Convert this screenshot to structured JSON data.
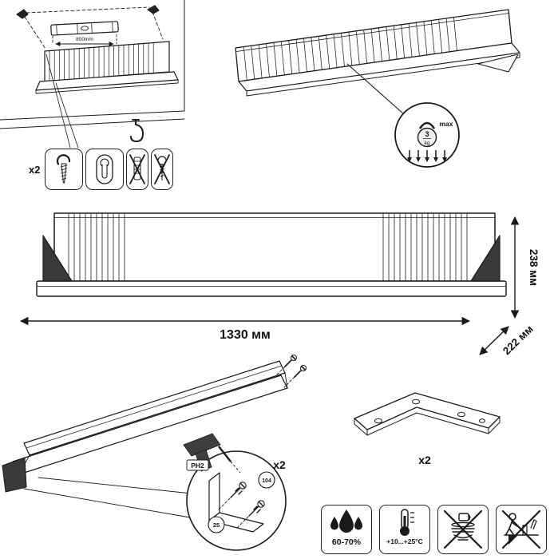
{
  "colors": {
    "line": "#1a1a1a",
    "bracket_fill": "#3a3a3a",
    "background": "#ffffff"
  },
  "wall_mount": {
    "hardware_qty": "x2",
    "level_label": "800mm"
  },
  "weight_limit": {
    "value": "3",
    "unit": "kg",
    "max_label": "max"
  },
  "front_view": {
    "width_label": "1330 мм",
    "height_label": "238 мм",
    "depth_label": "222 мм"
  },
  "assembly_detail": {
    "qty_label": "x2",
    "bit_label": "PH2",
    "part_top": "104",
    "part_bottom": "25"
  },
  "bracket_part": {
    "qty_label": "x2"
  },
  "care_icons": {
    "humidity_label": "60-70%",
    "temperature_label": "+10...+25°C"
  }
}
